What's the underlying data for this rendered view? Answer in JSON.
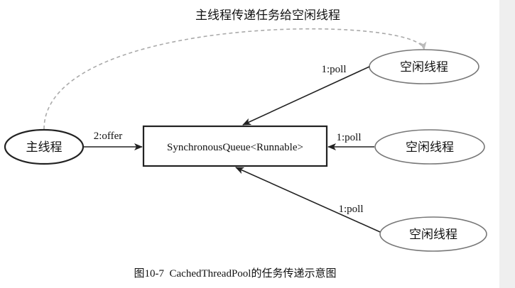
{
  "top_label": "主线程传递任务给空闲线程",
  "main_thread": {
    "label": "主线程"
  },
  "queue": {
    "label": "SynchronousQueue<Runnable>"
  },
  "offer_label": "2:offer",
  "idle_threads": [
    {
      "label": "空闲线程",
      "poll_label": "1:poll"
    },
    {
      "label": "空闲线程",
      "poll_label": "1:poll"
    },
    {
      "label": "空闲线程",
      "poll_label": "1:poll"
    }
  ],
  "caption": "图10-7  CachedThreadPool的任务传递示意图"
}
